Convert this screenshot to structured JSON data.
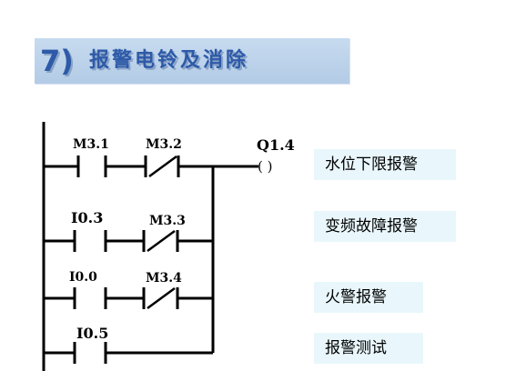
{
  "title": {
    "number": "7)",
    "text": "报警电铃及消除"
  },
  "rungs": [
    {
      "contact_a": "M3.1",
      "contact_b": "M3.2",
      "coil": "Q1.4",
      "coil_symbol": "(  )"
    },
    {
      "contact_a": "I0.3",
      "contact_b": "M3.3"
    },
    {
      "contact_a": "I0.0",
      "contact_b": "M3.4"
    },
    {
      "contact_a": "I0.5"
    }
  ],
  "labels": [
    "水位下限报警",
    "变频故障报警",
    "火警报警",
    "报警测试"
  ],
  "colors": {
    "title": "#2e5aa8",
    "title_bg": "#b3cbe6",
    "label_bg": "#e9f7fc"
  }
}
